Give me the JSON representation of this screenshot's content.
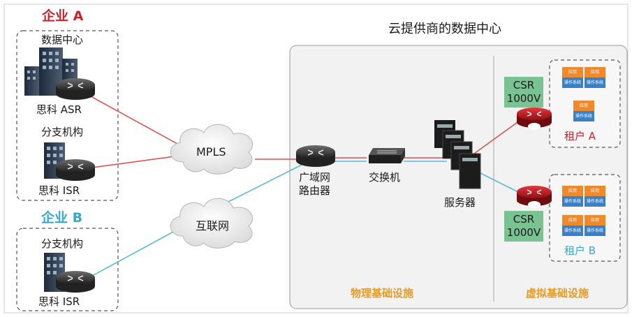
{
  "enterprise_a": {
    "title": "企业 A",
    "datacenter_label": "数据中心",
    "asr_label": "思科  ASR",
    "branch_label": "分支机构",
    "isr_label": "思科  ISR"
  },
  "enterprise_b": {
    "title": "企业 B",
    "branch_label": "分支机构",
    "isr_label": "思科  ISR"
  },
  "clouds": {
    "mpls_label": "MPLS",
    "internet_label": "互联网"
  },
  "provider": {
    "title": "云提供商的数据中心",
    "wan_router_label_line1": "广域网",
    "wan_router_label_line2": "路由器",
    "switch_label": "交换机",
    "servers_label": "服务器",
    "physical_label": "物理基础设施",
    "virtual_label": "虚拟基础设施"
  },
  "tenant_a": {
    "csr_line1": "CSR",
    "csr_line2": "1000V",
    "label": "租户 A",
    "app_label": "应用",
    "os_label": "操作系统"
  },
  "tenant_b": {
    "csr_line1": "CSR",
    "csr_line2": "1000V",
    "label": "租户 B",
    "app_label": "应用",
    "os_label": "操作系统"
  },
  "colors": {
    "red_link": "#d9534f",
    "blue_link": "#5bb8d6",
    "enterprise_a": "#c8242c",
    "enterprise_b": "#3aa6c9",
    "csr_green": "#79c393",
    "app_orange": "#ee8a2b",
    "os_blue": "#3b7fc4",
    "infra_label": "#e79a24"
  }
}
